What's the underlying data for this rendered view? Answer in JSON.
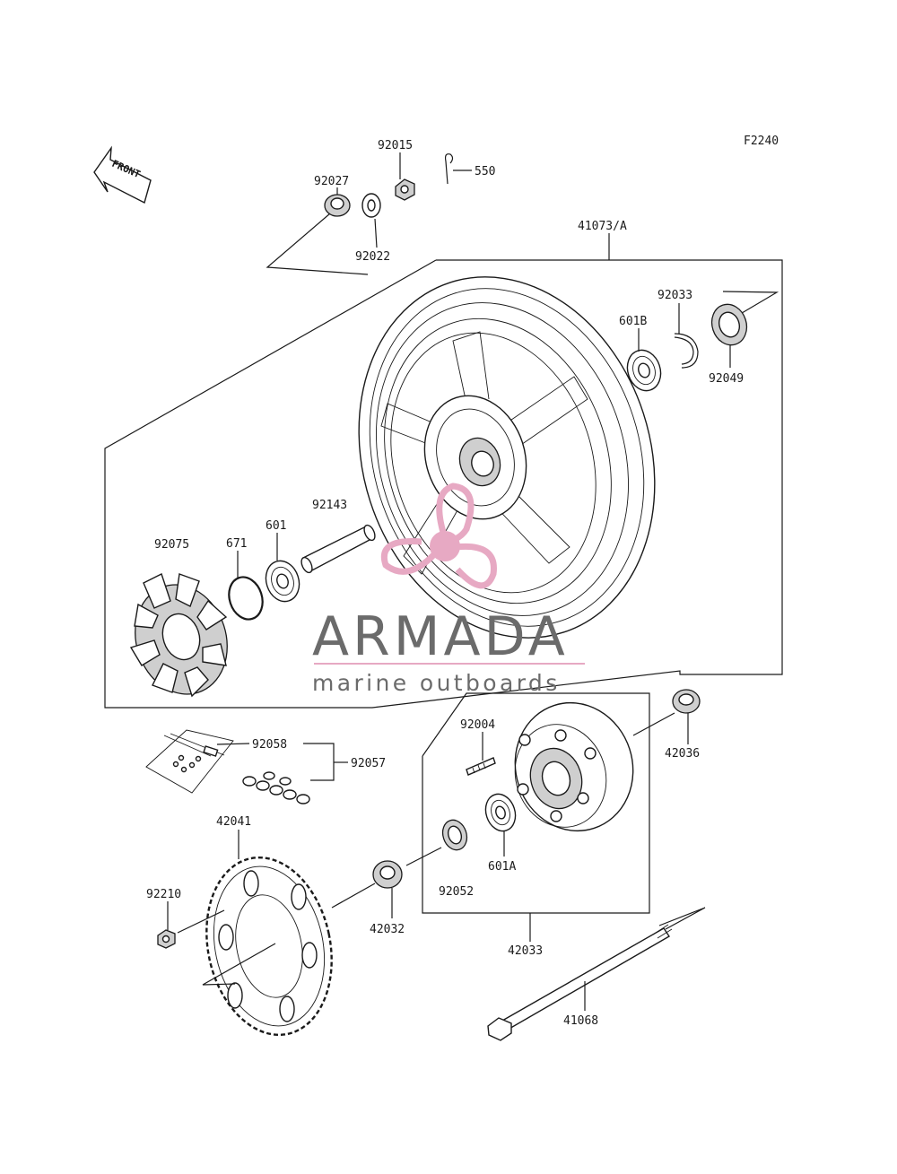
{
  "figure_code": "F2240",
  "front_label": "FRONT",
  "watermark": {
    "brand": "ARMADA",
    "tagline": "marine outboards",
    "text_color": "#6b6b6b",
    "accent_color": "#e7a9c3"
  },
  "callouts": {
    "p92015": "92015",
    "p550": "550",
    "p92027": "92027",
    "p92022": "92022",
    "p41073A": "41073/A",
    "p92033": "92033",
    "p601B": "601B",
    "p92049": "92049",
    "p92143": "92143",
    "p92075": "92075",
    "p671": "671",
    "p601": "601",
    "p92058": "92058",
    "p92057": "92057",
    "p92004": "92004",
    "p42036": "42036",
    "p42041": "42041",
    "p601A": "601A",
    "p92210": "92210",
    "p92052": "92052",
    "p42032": "42032",
    "p42033": "42033",
    "p41068": "41068"
  }
}
